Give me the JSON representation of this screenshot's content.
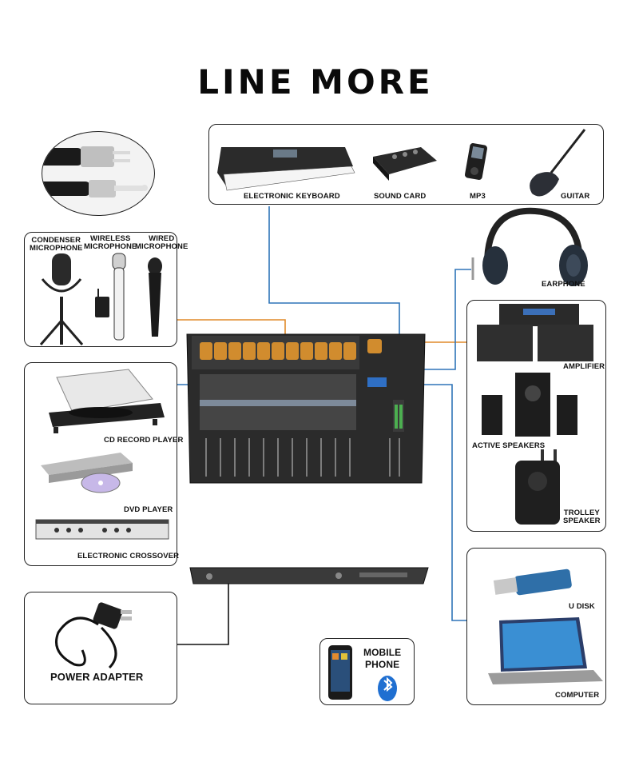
{
  "title": "LINE MORE",
  "sources_top": {
    "keyboard": "ELECTRONIC KEYBOARD",
    "sound_card": "SOUND CARD",
    "mp3": "MP3",
    "guitar": "GUITAR"
  },
  "microphones": {
    "condenser_l1": "CONDENSER",
    "condenser_l2": "MICROPHONE",
    "wireless_l1": "WIRELESS",
    "wireless_l2": "MICROPHONE",
    "wired_l1": "WIRED",
    "wired_l2": "MICROPHONE"
  },
  "sources_left": {
    "cd": "CD RECORD PLAYER",
    "dvd": "DVD PLAYER",
    "crossover": "ELECTRONIC CROSSOVER"
  },
  "power": "POWER ADAPTER",
  "mobile_l1": "MOBILE",
  "mobile_l2": "PHONE",
  "outputs": {
    "earphone": "EARPHONE",
    "amplifier": "AMPLIFIER",
    "active_speakers": "ACTIVE SPEAKERS",
    "trolley_l1": "TROLLEY",
    "trolley_l2": "SPEAKER"
  },
  "usb": {
    "udisk": "U DISK",
    "computer": "COMPUTER"
  },
  "colors": {
    "line_blue": "#2f74b8",
    "line_orange": "#e08a2a",
    "line_black": "#111111"
  },
  "icons": [
    "xlr-cable-icon",
    "keyboard-icon",
    "sound-card-icon",
    "mp3-player-icon",
    "guitar-icon",
    "condenser-mic-icon",
    "wireless-mic-icon",
    "wired-mic-icon",
    "turntable-icon",
    "dvd-player-icon",
    "crossover-icon",
    "mixer-icon",
    "mixer-rear-icon",
    "power-adapter-icon",
    "smartphone-icon",
    "bluetooth-icon",
    "headphones-icon",
    "amplifier-icon",
    "active-speakers-icon",
    "trolley-speaker-icon",
    "usb-drive-icon",
    "laptop-icon"
  ]
}
